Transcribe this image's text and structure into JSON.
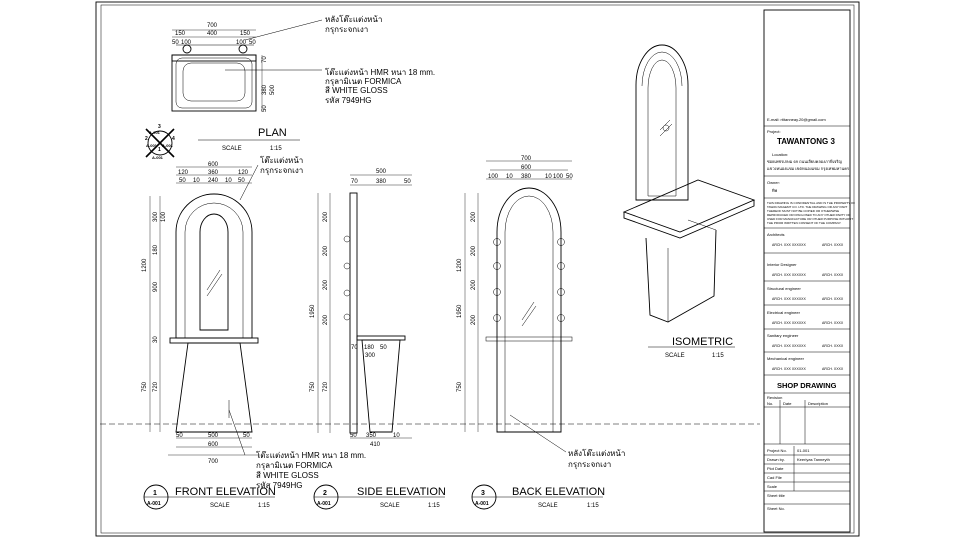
{
  "plan": {
    "title": "PLAN",
    "scale_label": "SCALE",
    "scale": "1:15",
    "note1_line1": "หลังโต๊ะแต่งหน้า",
    "note1_line2": "กรุกระจกเงา",
    "note2_line1": "โต๊ะแต่งหน้า  HMR หนา 18 mm.",
    "note2_line2": "กรุลามิเนต FORMICA",
    "note2_line3": "สี WHITE GLOSS",
    "note2_line4": "รหัส 7949HG",
    "dims_top": [
      "700",
      "150",
      "400",
      "150",
      "50",
      "100",
      "100",
      "50"
    ],
    "dims_side": [
      "70",
      "380",
      "500",
      "50"
    ]
  },
  "key_plan": {
    "numbers": [
      "1",
      "2",
      "3",
      "4"
    ],
    "ref": "A-001"
  },
  "front": {
    "title": "FRONT ELEVATION",
    "number": "1",
    "ref": "A-001",
    "scale_label": "SCALE",
    "scale": "1:15",
    "note_top_line1": "โต๊ะแต่งหน้า",
    "note_top_line2": "กรุกระจกเงา",
    "note_bottom_line1": "โต๊ะแต่งหน้า  HMR หนา 18 mm.",
    "note_bottom_line2": "กรุลามิเนต FORMICA",
    "note_bottom_line3": "สี WHITE GLOSS",
    "note_bottom_line4": "รหัส 7949HG",
    "dims_top": [
      "600",
      "120",
      "360",
      "120",
      "50",
      "10",
      "240",
      "10",
      "50"
    ],
    "dims_left": [
      "1200",
      "300",
      "100",
      "180",
      "900",
      "30",
      "750",
      "720"
    ],
    "dims_bottom": [
      "500",
      "50",
      "50",
      "600",
      "700"
    ]
  },
  "side": {
    "title": "SIDE ELEVATION",
    "number": "2",
    "ref": "A-001",
    "scale_label": "SCALE",
    "scale": "1:15",
    "dims_top": [
      "500",
      "70",
      "380",
      "50"
    ],
    "dims_left": [
      "1950",
      "200",
      "200",
      "200",
      "200",
      "750",
      "720"
    ],
    "dims_mid": [
      "70",
      "180",
      "50",
      "300"
    ],
    "dims_bottom": [
      "50",
      "350",
      "10",
      "410"
    ]
  },
  "back": {
    "title": "BACK ELEVATION",
    "number": "3",
    "ref": "A-001",
    "scale_label": "SCALE",
    "scale": "1:15",
    "note_line1": "หลังโต๊ะแต่งหน้า",
    "note_line2": "กรุกระจกเงา",
    "dims_top": [
      "700",
      "600",
      "100",
      "10",
      "380",
      "10",
      "100",
      "50"
    ],
    "dims_left": [
      "1200",
      "1950",
      "200",
      "200",
      "200",
      "200",
      "750"
    ]
  },
  "isometric": {
    "title": "ISOMETRIC",
    "scale_label": "SCALE",
    "scale": "1:15"
  },
  "title_block": {
    "email": "E-mail: rtitanneay.20@gmail.com",
    "project_label": "Project:",
    "project": "TAWANTONG 3",
    "location_label": "Location:",
    "location_line1": "ซอยเพชรเกษม 69 ถนนเลียบคลองภาษีเจริญ",
    "location_line2": "แขวงหนองแขม เขตหนองแขม กรุงเทพมหานคร",
    "owner_label": "Owner:",
    "owner": "ทิพ",
    "disclaimer": [
      "THIS DRAWING IS CONFIDENTIAL AND IS THE PROPERTY OF",
      "TAWAN MAGEMT CO. LTD. THE DRAWING OR ANY PART",
      "THEREOF MUST NOT BE COPIED OR OTHERWISE",
      "REPRODUCED OR DISCLOSED TO ANY OTHER PARTY OR",
      "USED FOR MANUFACTURE OR OTHER PURPOSE WITHOUT",
      "THE PRIOR WRITTEN CONSENT OF THE COMPANY."
    ],
    "roles": [
      "Architects",
      "Interior Designer",
      "Structural engineer",
      "Electrical engineer",
      "Sanitary engineer",
      "Mechanical engineer"
    ],
    "sign_left": "ARCH. XXX XXXXXX",
    "sign_right": "ARCH. XXXX",
    "sheet_title": "SHOP DRAWING",
    "revision_label": "Revision",
    "rev_cols": [
      "No.",
      "Date",
      "Description"
    ],
    "fields": [
      {
        "label": "Project No.",
        "value": "01-001"
      },
      {
        "label": "Drawn by.",
        "value": "Keeriyas Tanneyth"
      },
      {
        "label": "Plot Date",
        "value": ""
      },
      {
        "label": "Cad File",
        "value": ""
      },
      {
        "label": "Scale",
        "value": ""
      },
      {
        "label": "Sheet title",
        "value": ""
      }
    ],
    "sheet_no_label": "Sheet No."
  }
}
